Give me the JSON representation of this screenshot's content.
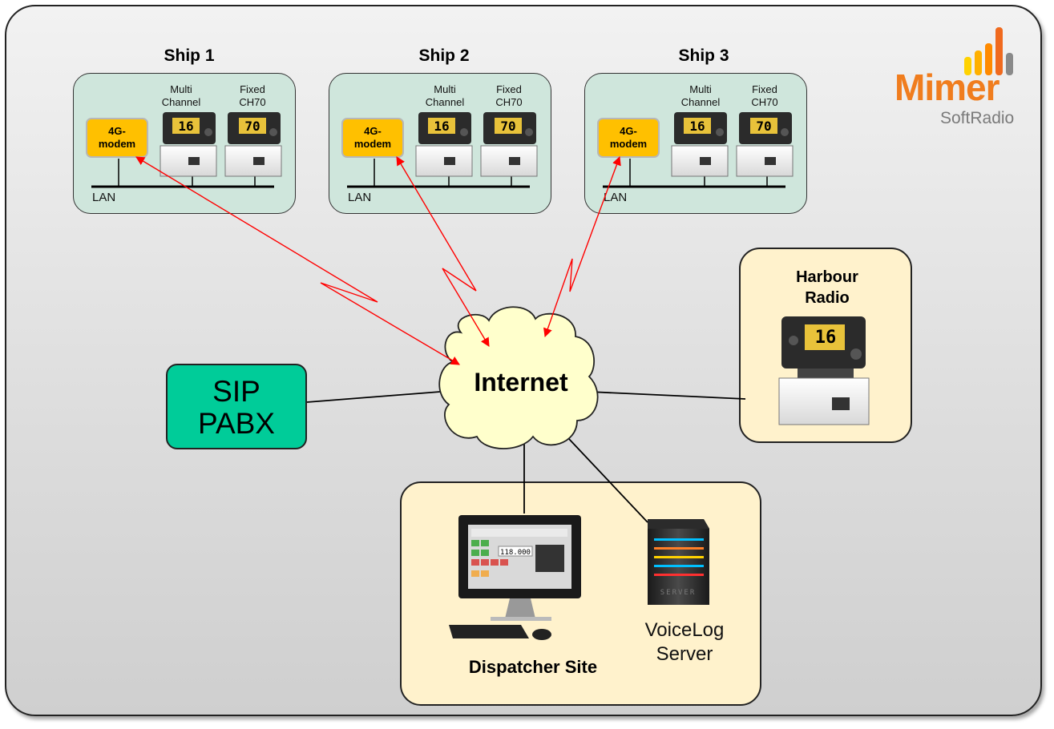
{
  "ships": [
    {
      "title": "Ship 1",
      "modem_label_1": "4G-",
      "modem_label_2": "modem",
      "radio1_label_1": "Multi",
      "radio1_label_2": "Channel",
      "radio2_label_1": "Fixed",
      "radio2_label_2": "CH70",
      "lan_label": "LAN",
      "radio1_display": "16",
      "radio2_display": "70"
    },
    {
      "title": "Ship 2",
      "modem_label_1": "4G-",
      "modem_label_2": "modem",
      "radio1_label_1": "Multi",
      "radio1_label_2": "Channel",
      "radio2_label_1": "Fixed",
      "radio2_label_2": "CH70",
      "lan_label": "LAN",
      "radio1_display": "16",
      "radio2_display": "70"
    },
    {
      "title": "Ship 3",
      "modem_label_1": "4G-",
      "modem_label_2": "modem",
      "radio1_label_1": "Multi",
      "radio1_label_2": "Channel",
      "radio2_label_1": "Fixed",
      "radio2_label_2": "CH70",
      "lan_label": "LAN",
      "radio1_display": "16",
      "radio2_display": "70"
    }
  ],
  "internet_label": "Internet",
  "sip": {
    "line1": "SIP",
    "line2": "PABX"
  },
  "harbour": {
    "line1": "Harbour",
    "line2": "Radio",
    "display": "16"
  },
  "dispatcher": {
    "label": "Dispatcher Site",
    "screen_freq": "118.000"
  },
  "voicelog": {
    "line1": "VoiceLog",
    "line2": "Server",
    "server_text": "SERVER"
  },
  "logo": {
    "brand": "Mimer",
    "product": "SoftRadio"
  },
  "colors": {
    "ship_box": "#cfe6dc",
    "modem": "#ffc000",
    "site_box": "#fff2cc",
    "sip_box": "#00cc99",
    "cloud": "#ffffcc",
    "wireless_link": "#ff0000",
    "logo_orange": "#f07d1e"
  }
}
